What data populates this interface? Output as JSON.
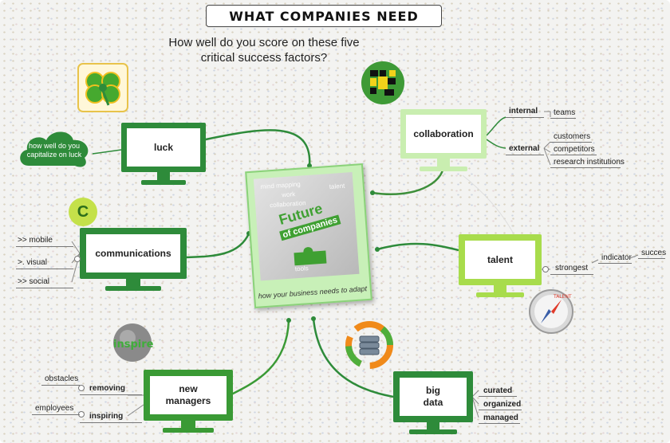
{
  "header": {
    "title": "WHAT COMPANIES NEED",
    "subtitle_line1": "How well do you score on these five",
    "subtitle_line2": "critical success factors?"
  },
  "center": {
    "word_future": "Future",
    "word_of_companies": "of companies",
    "caption": "how your business needs to adapt",
    "puzzle_words": [
      "work",
      "talent",
      "collaboration",
      "mind mapping",
      "tools"
    ]
  },
  "nodes": {
    "luck": {
      "label": "luck",
      "note": "how well do you capitalize on luck"
    },
    "communications": {
      "label": "communications",
      "children": [
        ">> mobile",
        ">. visual",
        ">> social"
      ],
      "badge": "C"
    },
    "new_managers": {
      "label_line1": "new",
      "label_line2": "managers",
      "children": [
        {
          "label": "removing",
          "child": "obstacles"
        },
        {
          "label": "inspiring",
          "child": "employees"
        }
      ],
      "icon_text": "inspire"
    },
    "collaboration": {
      "label": "collaboration",
      "internal": {
        "label": "internal",
        "children": [
          "teams"
        ]
      },
      "external": {
        "label": "external",
        "children": [
          "customers",
          "competitors",
          "research institutions"
        ]
      }
    },
    "talent": {
      "label": "talent",
      "strongest": "strongest",
      "indicator": "indicator",
      "success": "succes",
      "icon_text": "TALENT"
    },
    "big_data": {
      "label_line1": "big",
      "label_line2": "data",
      "children": [
        "curated",
        "organized",
        "managed"
      ]
    }
  },
  "colors": {
    "dark_green": "#2e8b3a",
    "mid_green": "#4fae3b",
    "light_green": "#a8dc4c",
    "pale_green": "#c9eeb0"
  }
}
